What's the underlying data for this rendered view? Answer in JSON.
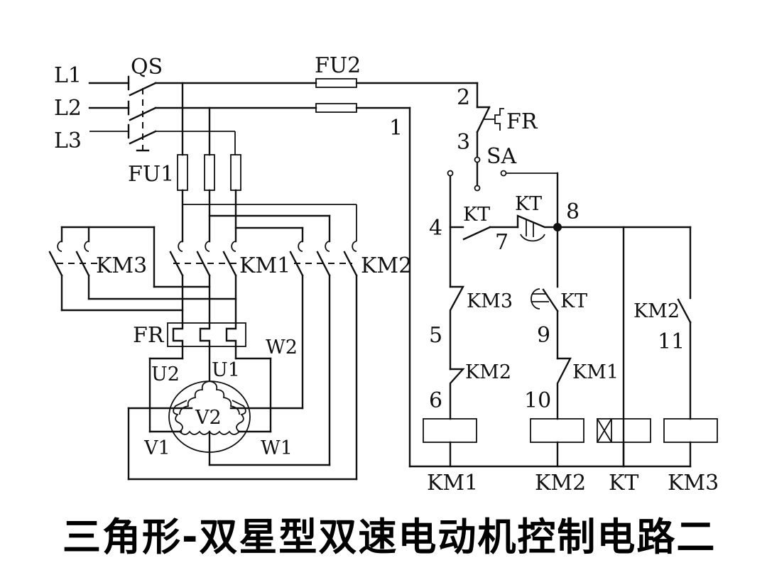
{
  "diagram": {
    "title": "三角形-双星型双速电动机控制电路二",
    "type": "electrical control circuit schematic",
    "supply_lines": [
      "L1",
      "L2",
      "L3"
    ],
    "main_switch": "QS",
    "fuses": {
      "main": "FU1",
      "control": "FU2"
    },
    "contactor_groups": {
      "km3": "KM3",
      "km1": "KM1",
      "km2": "KM2"
    },
    "thermal_relay": "FR",
    "motor_terminals": {
      "u1": "U1",
      "u2": "U2",
      "v1": "V1",
      "v2": "V2",
      "w1": "W1",
      "w2": "W2"
    },
    "control": {
      "fr_contact": "FR",
      "selector": "SA",
      "kt_contact_nc": "KT",
      "kt_delay_contact": "KT",
      "kt_delay_open": "KT",
      "km3_interlock": "KM3",
      "km2_interlock": "KM2",
      "km1_interlock": "KM1",
      "km2_aux": "KM2"
    },
    "node_numbers": {
      "n1": "1",
      "n2": "2",
      "n3": "3",
      "n4": "4",
      "n5": "5",
      "n6": "6",
      "n7": "7",
      "n8": "8",
      "n9": "9",
      "n10": "10",
      "n11": "11"
    },
    "coils": {
      "km1": "KM1",
      "km2": "KM2",
      "kt": "KT",
      "km3": "KM3"
    }
  }
}
